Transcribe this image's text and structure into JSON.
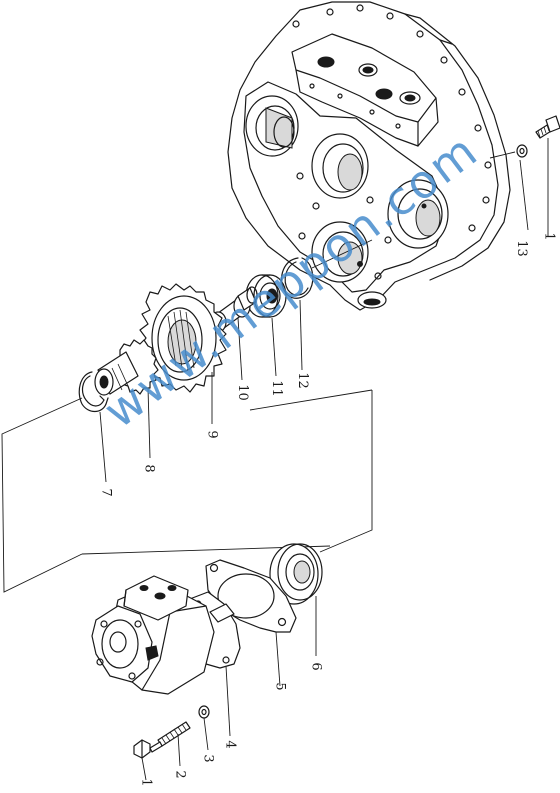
{
  "diagram": {
    "watermark": "www.meppon.com",
    "callouts": [
      "1",
      "2",
      "3",
      "4",
      "5",
      "6",
      "7",
      "8",
      "9",
      "10",
      "11",
      "12",
      "13",
      "1"
    ]
  },
  "colors": {
    "line": "#1a1a1a",
    "watermark": "#468ccd",
    "background": "#ffffff"
  }
}
